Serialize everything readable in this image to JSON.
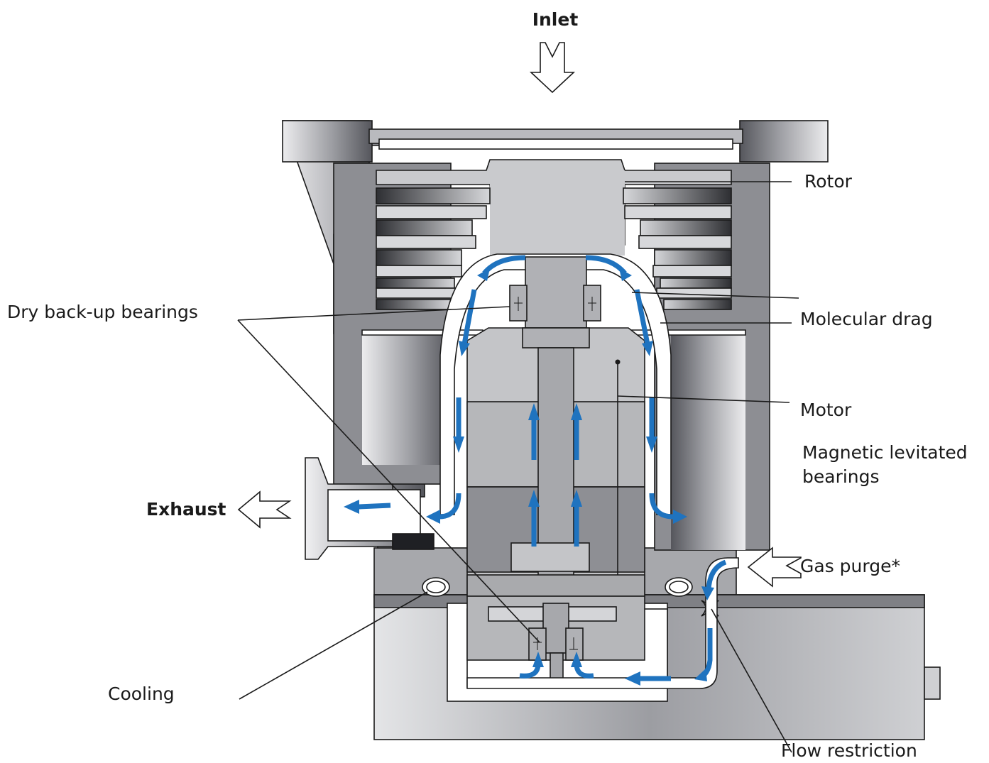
{
  "labels": {
    "inlet": "Inlet",
    "rotor": "Rotor",
    "dry_backup_bearings": "Dry back-up bearings",
    "molecular_drag": "Molecular drag",
    "motor": "Motor",
    "magnetic_line1": "Magnetic levitated",
    "magnetic_line2": "bearings",
    "exhaust": "Exhaust",
    "gas_purge": "Gas purge*",
    "cooling": "Cooling",
    "flow_restriction": "Flow restriction"
  },
  "colors": {
    "flow_arrow": "#1f73bf",
    "housing_dark": "#6f7076",
    "rotor_light": "#c9cacd",
    "motor_mid": "#a9aaad",
    "outline": "#1a1a1a"
  }
}
